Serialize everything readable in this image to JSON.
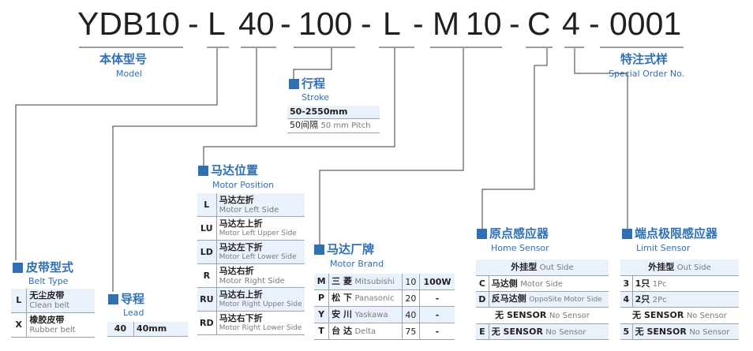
{
  "code": {
    "segments": [
      "YDB10",
      "L",
      "40",
      "100",
      "L",
      "M",
      "10",
      "C",
      "4",
      "0001"
    ],
    "separator": "-"
  },
  "model": {
    "cn": "本体型号",
    "en": "Model"
  },
  "special_order": {
    "cn": "特注式样",
    "en": "Special Order No."
  },
  "stroke": {
    "cn": "行程",
    "en": "Stroke",
    "range": "50-2550mm",
    "pitch_cn": "50间隔",
    "pitch_en": "50 mm Pitch"
  },
  "belt_type": {
    "cn": "皮带型式",
    "en": "Belt Type",
    "rows": [
      {
        "code": "L",
        "cn": "无尘皮带",
        "en": "Clean belt"
      },
      {
        "code": "X",
        "cn": "橡胶皮带",
        "en": "Rubber belt"
      }
    ]
  },
  "lead": {
    "cn": "导程",
    "en": "Lead",
    "code": "40",
    "value": "40mm"
  },
  "motor_position": {
    "cn": "马达位置",
    "en": "Motor Position",
    "rows": [
      {
        "code": "L",
        "cn": "马达左折",
        "en": "Motor Left Side"
      },
      {
        "code": "LU",
        "cn": "马达左上折",
        "en": "Motor Left Upper Side"
      },
      {
        "code": "LD",
        "cn": "马达左下折",
        "en": "Motor Left Lower Side"
      },
      {
        "code": "R",
        "cn": "马达右折",
        "en": "Motor Right Side"
      },
      {
        "code": "RU",
        "cn": "马达右上折",
        "en": "Motor Right Upper Side"
      },
      {
        "code": "RD",
        "cn": "马达右下折",
        "en": "Motor Right Lower Side"
      }
    ]
  },
  "motor_brand": {
    "cn": "马达厂牌",
    "en": "Motor Brand",
    "rows": [
      {
        "code": "M",
        "cn": "三 菱",
        "en": "Mitsubishi",
        "num": "10",
        "power": "100W"
      },
      {
        "code": "P",
        "cn": "松 下",
        "en": "Panasonic",
        "num": "20",
        "power": "-"
      },
      {
        "code": "Y",
        "cn": "安 川",
        "en": "Yaskawa",
        "num": "40",
        "power": "-"
      },
      {
        "code": "T",
        "cn": "台 达",
        "en": "Delta",
        "num": "75",
        "power": "-"
      }
    ]
  },
  "home_sensor": {
    "cn": "原点感应器",
    "en": "Home Sensor",
    "header_cn": "外挂型",
    "header_en": "Out Side",
    "rows": [
      {
        "code": "C",
        "cn": "马达侧",
        "en": "Motor Side"
      },
      {
        "code": "D",
        "cn": "反马达侧",
        "en": "OppoSite Motor Side"
      }
    ],
    "no_sensor_cn": "无 SENSOR",
    "no_sensor_en": "No Sensor",
    "e_code": "E",
    "e_cn": "无 SENSOR",
    "e_en": "No Sensor"
  },
  "limit_sensor": {
    "cn": "端点极限感应器",
    "en": "Limit Sensor",
    "header_cn": "外挂型",
    "header_en": "Out Side",
    "rows": [
      {
        "code": "3",
        "cn": "1只",
        "en": "1Pc"
      },
      {
        "code": "4",
        "cn": "2只",
        "en": "2Pc"
      }
    ],
    "no_sensor_cn": "无 SENSOR",
    "no_sensor_en": "No Sensor",
    "five_code": "5",
    "five_cn": "无 SENSOR",
    "five_en": "No Sensor"
  },
  "colors": {
    "accent": "#2f6fb4",
    "text": "#231f20",
    "line": "#9aa4ae",
    "row_shade": "#e9f2fb"
  }
}
